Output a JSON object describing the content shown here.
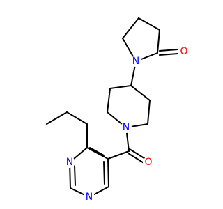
{
  "molecule": {
    "atoms": {
      "o_lactam": {
        "symbol": "O",
        "color": "#ff0000"
      },
      "n_pyrrolidone": {
        "symbol": "N",
        "color": "#0000ff"
      },
      "n_piperidine": {
        "symbol": "N",
        "color": "#0000ff"
      },
      "o_carbonyl": {
        "symbol": "O",
        "color": "#ff0000"
      },
      "n_pyrimidine_upper": {
        "symbol": "N",
        "color": "#0000ff"
      },
      "n_pyrimidine_lower": {
        "symbol": "N",
        "color": "#0000ff"
      }
    },
    "bond_color": "#000000",
    "background": "#ffffff"
  }
}
